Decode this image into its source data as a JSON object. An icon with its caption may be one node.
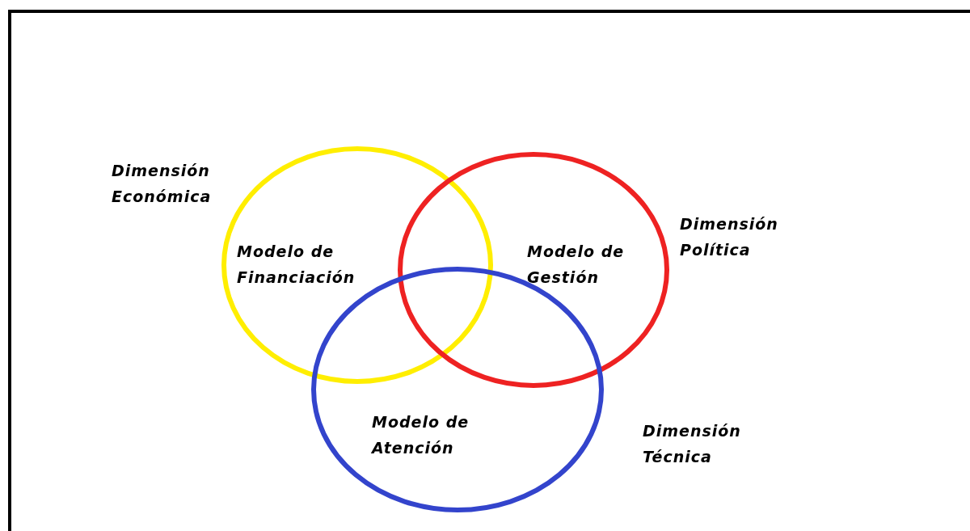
{
  "diagram": {
    "nodes": [
      {
        "text": [
          "Modelo de Financiación"
        ],
        "beside": [
          "Dimensión Económica"
        ]
      },
      {
        "text": [
          "Modelo de Gestión"
        ],
        "beside": [
          "Dimensión Política"
        ]
      },
      {
        "text": [
          "Modelo de Atención"
        ],
        "beside": [
          "Dimensión Técnica"
        ]
      }
    ],
    "edges": []
  }
}
